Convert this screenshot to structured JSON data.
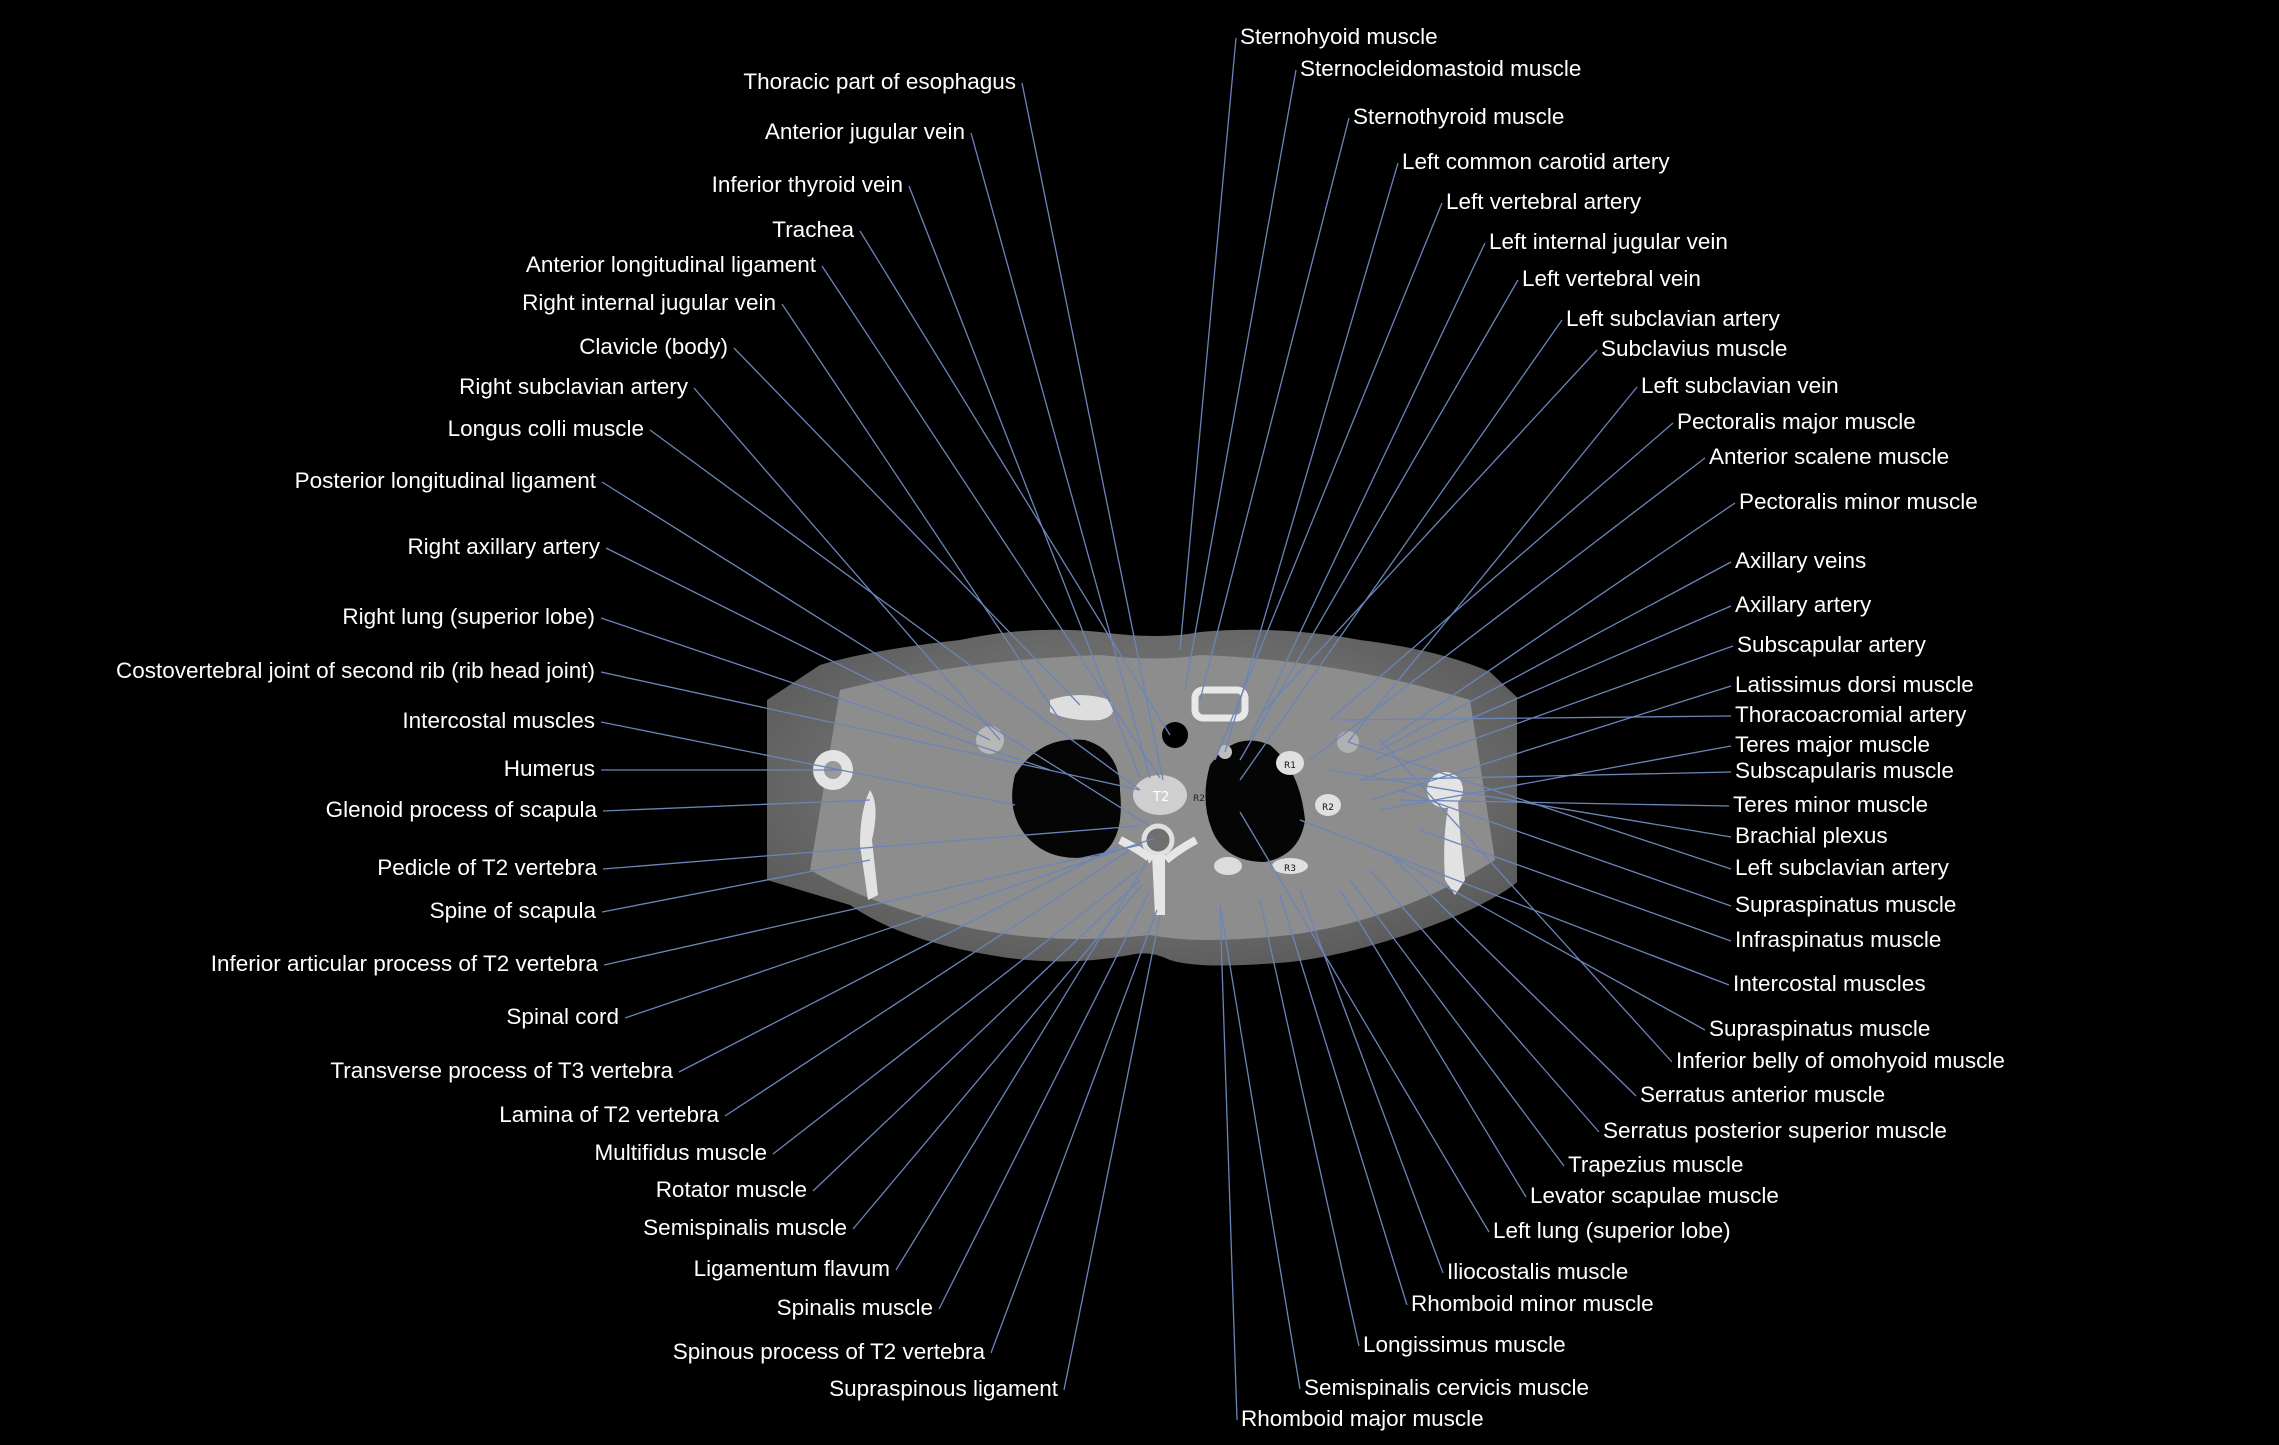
{
  "slice": {
    "vertebra_label": "T2",
    "rib_labels": [
      "R1",
      "R2",
      "R2",
      "R3"
    ]
  },
  "labels_left": [
    "Thoracic part of esophagus",
    "Anterior jugular vein",
    "Inferior thyroid vein",
    "Trachea",
    "Anterior longitudinal ligament",
    "Right internal jugular vein",
    "Clavicle (body)",
    "Right subclavian artery",
    "Longus colli muscle",
    "Posterior longitudinal ligament",
    "Right axillary artery",
    "Right lung (superior lobe)",
    "Costovertebral joint of second rib (rib head joint)",
    "Intercostal muscles",
    "Humerus",
    "Glenoid process of scapula",
    "Pedicle of T2 vertebra",
    "Spine of scapula",
    "Inferior articular process of T2 vertebra",
    "Spinal cord",
    "Transverse process of T3 vertebra",
    "Lamina of T2 vertebra",
    "Multifidus muscle",
    "Rotator muscle",
    "Semispinalis muscle",
    "Ligamentum flavum",
    "Spinalis muscle",
    "Spinous process of T2 vertebra",
    "Supraspinous ligament"
  ],
  "labels_right": [
    "Sternohyoid muscle",
    "Sternocleidomastoid muscle",
    "Sternothyroid muscle",
    "Left common carotid artery",
    "Left vertebral artery",
    "Left internal jugular vein",
    "Left vertebral vein",
    "Left subclavian artery",
    "Subclavius muscle",
    "Left subclavian vein",
    "Pectoralis major muscle",
    "Anterior scalene muscle",
    "Pectoralis minor muscle",
    "Axillary veins",
    "Axillary artery",
    "Subscapular artery",
    "Latissimus dorsi muscle",
    "Thoracoacromial artery",
    "Teres major muscle",
    "Subscapularis muscle",
    "Teres minor muscle",
    "Brachial plexus",
    "Left subclavian artery",
    "Supraspinatus muscle",
    "Infraspinatus muscle",
    "Intercostal muscles",
    "Supraspinatus muscle",
    "Inferior belly of omohyoid muscle",
    "Serratus anterior muscle",
    "Serratus posterior superior muscle",
    "Trapezius muscle",
    "Levator scapulae muscle",
    "Left lung (superior lobe)",
    "Iliocostalis muscle",
    "Rhomboid minor muscle",
    "Longissimus muscle",
    "Semispinalis cervicis muscle",
    "Rhomboid major muscle"
  ],
  "colors": {
    "background": "#000000",
    "text": "#ffffff",
    "leader_line": "#6b85b8",
    "soft_tissue": "#8e8e8e",
    "fat": "#4a4a4a",
    "bone": "#e8e8e8",
    "air": "#000000"
  }
}
